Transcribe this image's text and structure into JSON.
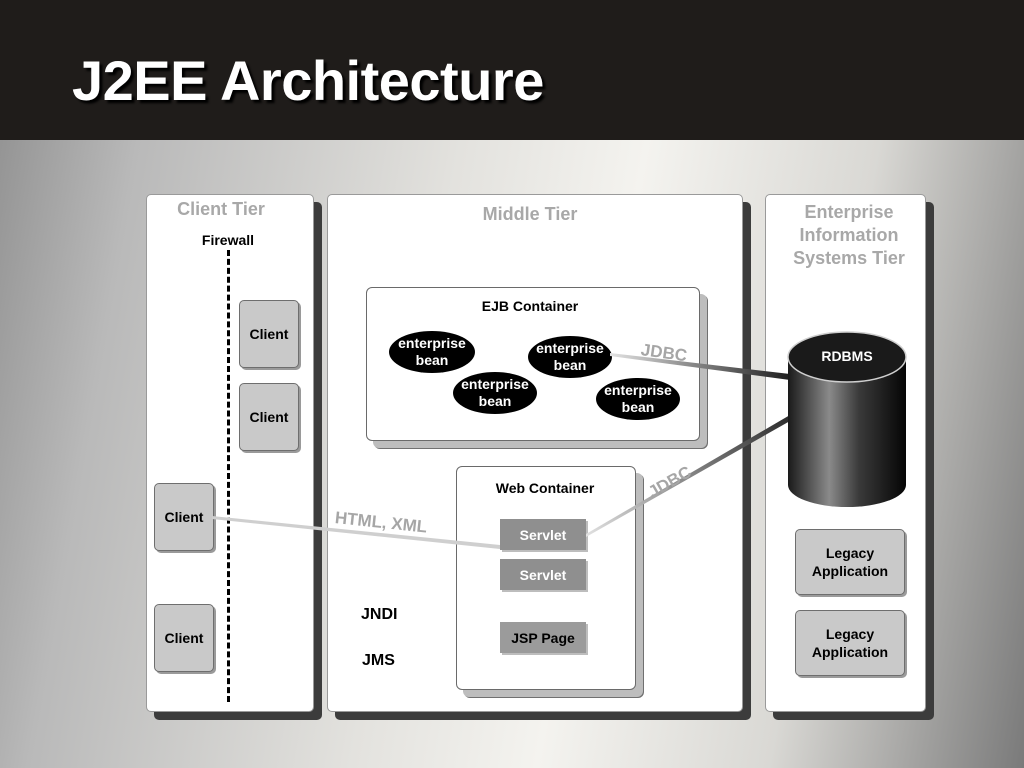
{
  "slide": {
    "title": "J2EE Architecture"
  },
  "client_tier": {
    "label": "Client Tier",
    "firewall_label": "Firewall",
    "clients": [
      "Client",
      "Client",
      "Client",
      "Client"
    ]
  },
  "middle_tier": {
    "label": "Middle Tier",
    "ejb_container": {
      "label": "EJB Container",
      "beans": [
        "enterprise bean",
        "enterprise bean",
        "enterprise bean",
        "enterprise bean"
      ]
    },
    "web_container": {
      "label": "Web Container",
      "servlets": [
        "Servlet",
        "Servlet"
      ],
      "jsp_label": "JSP Page"
    },
    "services": [
      "JNDI",
      "JMS"
    ]
  },
  "eis_tier": {
    "label": "Enterprise Information Systems Tier",
    "rdbms_label": "RDBMS",
    "legacy_apps": [
      "Legacy Application",
      "Legacy Application"
    ]
  },
  "connections": {
    "client_to_servlet": "HTML, XML",
    "ejb_to_rdbms": "JDBC",
    "web_to_rdbms": "JDBC"
  },
  "colors": {
    "header_bg": "#1f1c1a",
    "tier_label": "#a8a8a8",
    "bean_fill": "#000000",
    "servlet_fill": "#8f8f8f"
  }
}
